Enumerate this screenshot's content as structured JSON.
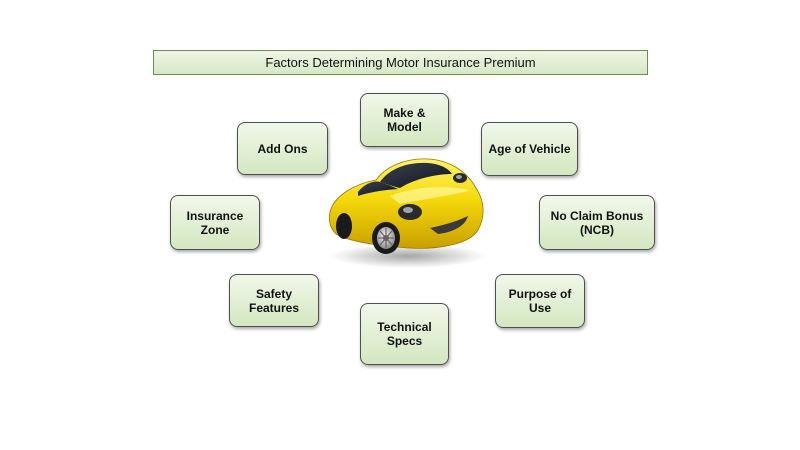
{
  "title": "Factors Determining Motor Insurance Premium",
  "factors": [
    {
      "id": "make",
      "label": "Make &\nModel"
    },
    {
      "id": "addons",
      "label": "Add Ons"
    },
    {
      "id": "age",
      "label": "Age of Vehicle"
    },
    {
      "id": "zone",
      "label": "Insurance\nZone"
    },
    {
      "id": "ncb",
      "label": "No Claim Bonus\n(NCB)"
    },
    {
      "id": "safety",
      "label": "Safety\nFeatures"
    },
    {
      "id": "purpose",
      "label": "Purpose of\nUse"
    },
    {
      "id": "tech",
      "label": "Technical\nSpecs"
    }
  ],
  "center_image": "yellow-car-icon",
  "colors": {
    "box_fill": "#d3e7c0",
    "box_border": "#4f4f4f",
    "car_body": "#f5d90a"
  }
}
